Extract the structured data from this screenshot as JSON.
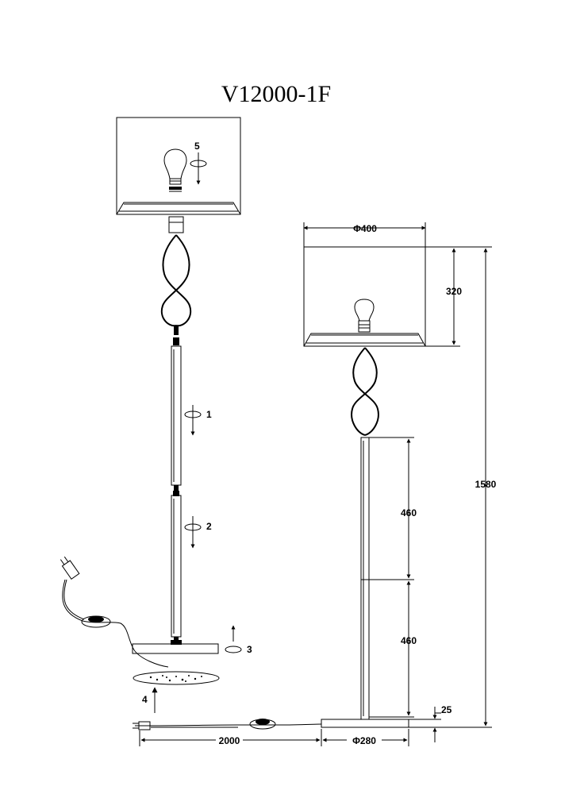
{
  "title": "V12000-1F",
  "steps": [
    "1",
    "2",
    "3",
    "4",
    "5"
  ],
  "dimensions": {
    "shade_diameter": "Φ400",
    "shade_height": "320",
    "total_height": "1580",
    "pole_upper": "460",
    "pole_lower": "460",
    "base_height": "25",
    "cord_length": "2000",
    "base_diameter": "Φ280"
  }
}
